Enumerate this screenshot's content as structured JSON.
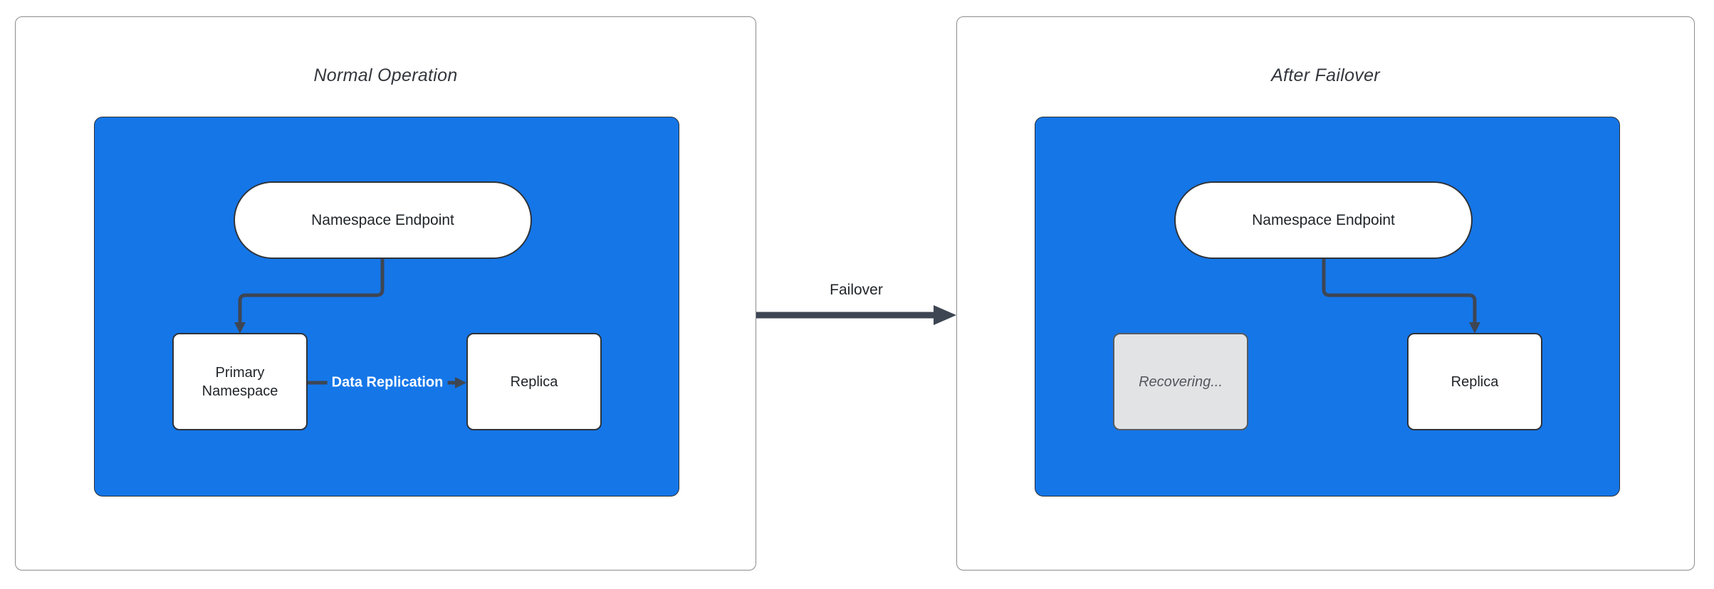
{
  "panels": [
    {
      "title": "Normal Operation",
      "endpoint_label": "Namespace Endpoint",
      "primary_label": "Primary Namespace",
      "replica_label": "Replica",
      "replication_edge_label": "Data Replication"
    },
    {
      "title": "After Failover",
      "endpoint_label": "Namespace Endpoint",
      "recovering_label": "Recovering...",
      "replica_label": "Replica"
    }
  ],
  "failover_label": "Failover",
  "colors": {
    "cluster_blue": "#1576e8",
    "edge_dark": "#3e4653",
    "node_border": "#2e3338",
    "node_fill": "#ffffff",
    "recovering_fill": "#e2e3e5",
    "recovering_text": "#53575d",
    "panel_border": "#8c8c8c",
    "edge_label_text": "#ffffff",
    "title_text": "#33373d"
  }
}
